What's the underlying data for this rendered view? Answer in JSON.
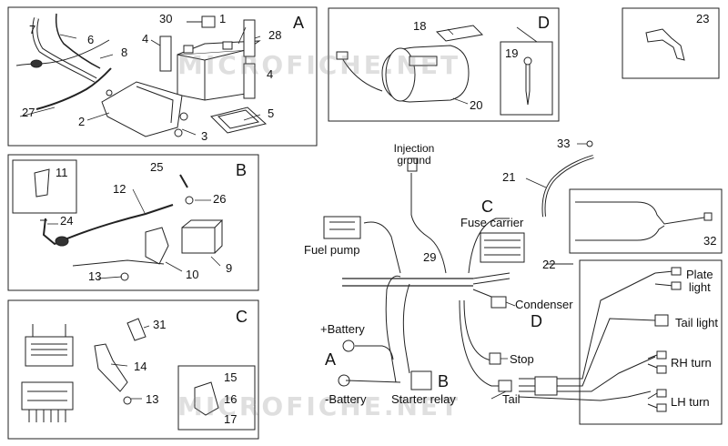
{
  "watermark": "MICROFICHE.NET",
  "sections": {
    "A": "A",
    "B": "B",
    "C": "C",
    "D": "D"
  },
  "parts": {
    "p1": "1",
    "p2": "2",
    "p3": "3",
    "p4a": "4",
    "p4b": "4",
    "p5": "5",
    "p6": "6",
    "p7": "7",
    "p8": "8",
    "p9": "9",
    "p10": "10",
    "p11": "11",
    "p12": "12",
    "p13a": "13",
    "p13b": "13",
    "p14": "14",
    "p15": "15",
    "p16": "16",
    "p17": "17",
    "p18": "18",
    "p19": "19",
    "p20": "20",
    "p21": "21",
    "p22": "22",
    "p23": "23",
    "p24": "24",
    "p25": "25",
    "p26": "26",
    "p27": "27",
    "p28": "28",
    "p29": "29",
    "p30": "30",
    "p31": "31",
    "p32": "32",
    "p33": "33"
  },
  "harness": {
    "injection_ground": "Injection\nground",
    "fuse_carrier": "Fuse carrier",
    "fuse_carrier_letter": "C",
    "fuel_pump": "Fuel pump",
    "condenser": "Condenser",
    "condenser_letter": "D",
    "plus_battery": "+Battery",
    "battery_letter": "A",
    "minus_battery": "-Battery",
    "starter_letter": "B",
    "starter_relay": "Starter relay",
    "stop": "Stop",
    "tail": "Tail",
    "plate_light": "Plate\nlight",
    "tail_light": "Tail light",
    "rh_turn": "RH turn",
    "lh_turn": "LH turn"
  }
}
